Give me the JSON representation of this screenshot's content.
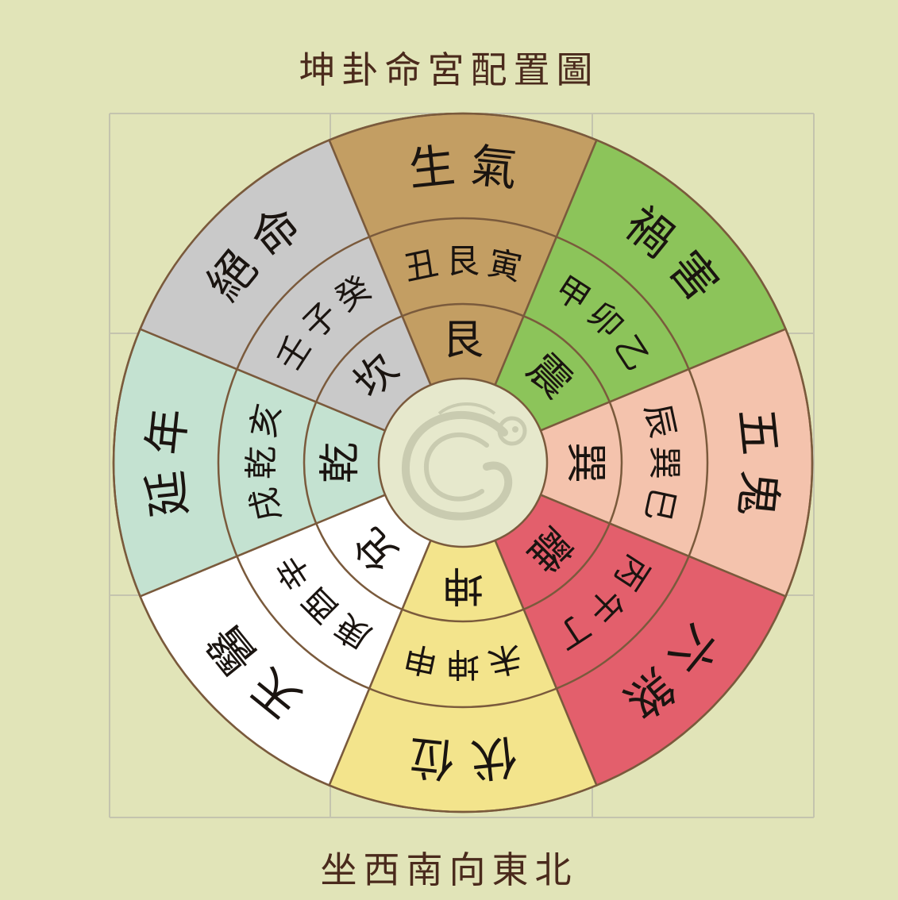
{
  "title": "坤卦命宮配置圖",
  "footer": "坐西南向東北",
  "sectors": [
    {
      "outer": "生氣",
      "middle": "丑艮寅",
      "inner": "艮",
      "color": "#c39e63"
    },
    {
      "outer": "禍害",
      "middle": "甲卯乙",
      "inner": "震",
      "color": "#8cc45a"
    },
    {
      "outer": "五鬼",
      "middle": "辰巽巳",
      "inner": "巽",
      "color": "#f4c3ad"
    },
    {
      "outer": "六煞",
      "middle": "丙午丁",
      "inner": "離",
      "color": "#e35f6c"
    },
    {
      "outer": "伏位",
      "middle": "未坤申",
      "inner": "坤",
      "color": "#f3e48c"
    },
    {
      "outer": "天醫",
      "middle": "庚酉辛",
      "inner": "兌",
      "color": "#ffffff"
    },
    {
      "outer": "延年",
      "middle": "戌乾亥",
      "inner": "乾",
      "color": "#c4e2d1"
    },
    {
      "outer": "絕命",
      "middle": "壬子癸",
      "inner": "坎",
      "color": "#c9c9c9"
    }
  ],
  "colors": {
    "background": "#e1e4b8",
    "ring_stroke": "#7a5a3c",
    "grid": "#c4c4ae",
    "center_fill": "#e6e8cc",
    "center_motif": "#c9cbb0"
  },
  "center_emblem": "coiled-dragon-emblem"
}
